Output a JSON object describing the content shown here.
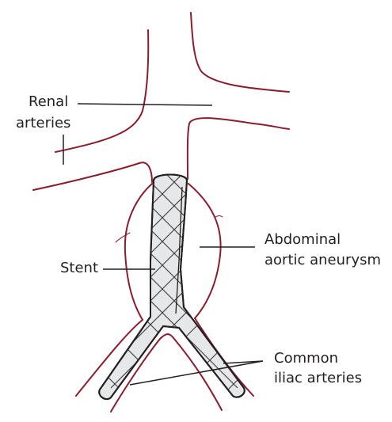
{
  "labels": {
    "renal_line1": "Renal",
    "renal_line2": "arteries",
    "stent": "Stent",
    "aneurysm_line1": "Abdominal",
    "aneurysm_line2": "aortic aneurysm",
    "iliac_line1": "Common",
    "iliac_line2": "iliac arteries"
  },
  "colors": {
    "vessel_outline": "#8a1c2c",
    "ink": "#231f20",
    "stent_fill": "#e6e7e8",
    "stent_mesh": "#3a3a3a",
    "background": "#ffffff"
  }
}
